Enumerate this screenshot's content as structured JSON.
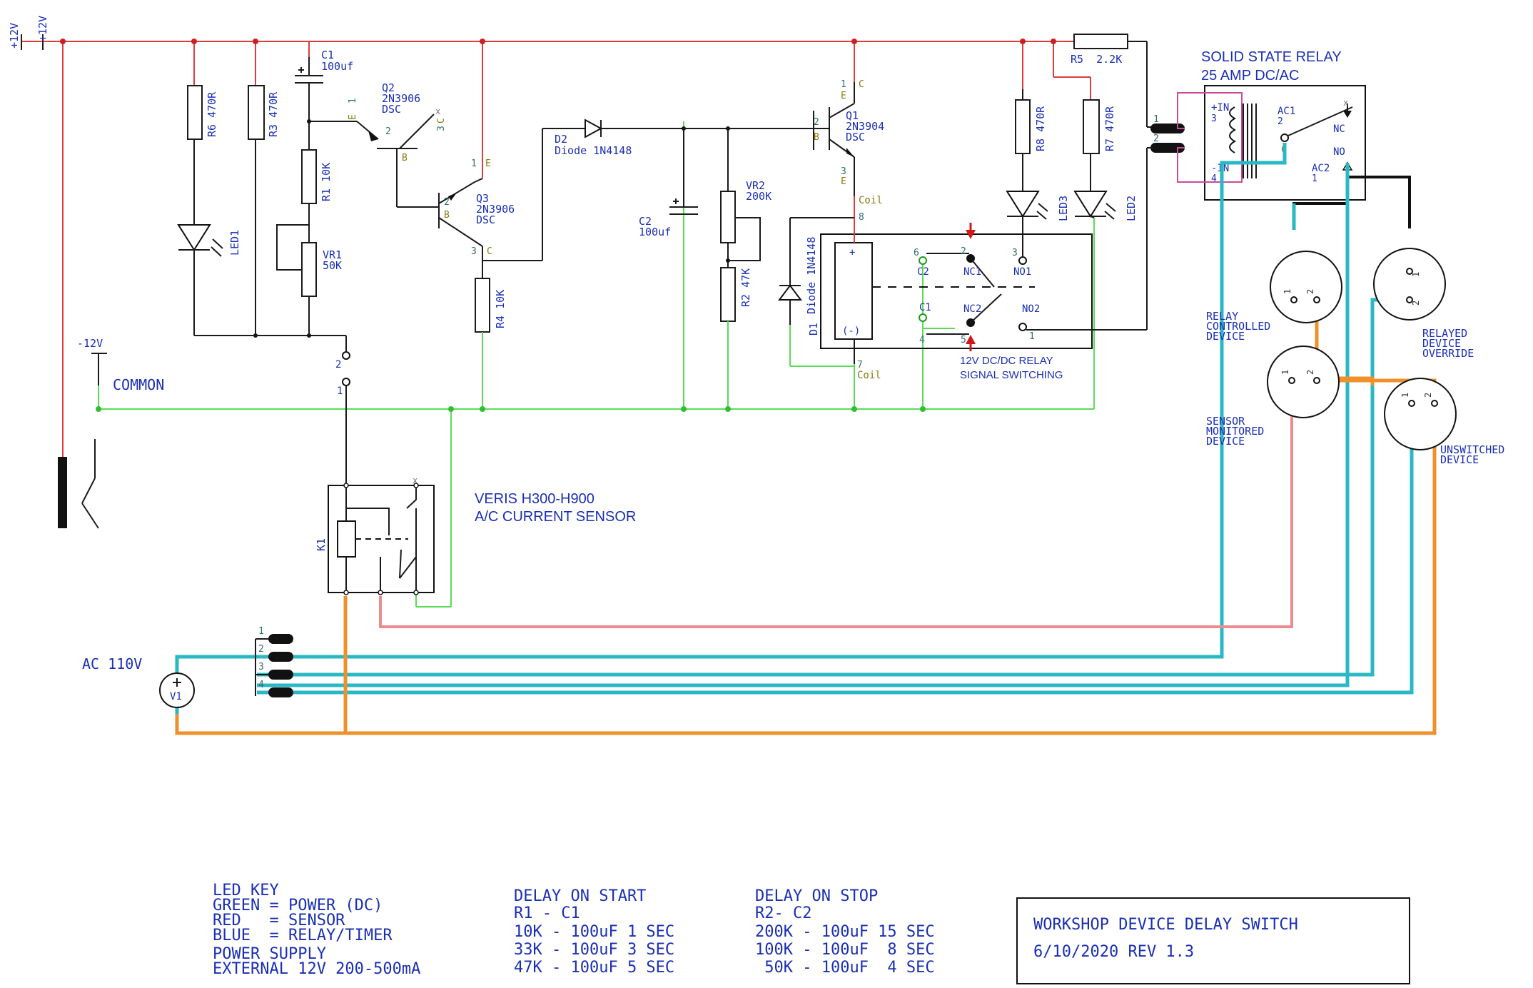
{
  "supply": {
    "plus12_a": "+12V",
    "plus12_b": "+12V",
    "minus12": "-12V",
    "common": "COMMON",
    "ac_source": "AC 110V",
    "source_ref": "V1"
  },
  "resistors": {
    "r6": {
      "ref": "R6",
      "value": "470R"
    },
    "r3": {
      "ref": "R3",
      "value": "470R"
    },
    "r1": {
      "ref": "R1",
      "value": "10K"
    },
    "r4": {
      "ref": "R4",
      "value": "10K"
    },
    "r2": {
      "ref": "R2",
      "value": "47K"
    },
    "r8": {
      "ref": "R8",
      "value": "470R"
    },
    "r7": {
      "ref": "R7",
      "value": "470R"
    },
    "r5": {
      "ref": "R5",
      "value": "2.2K"
    }
  },
  "pots": {
    "vr1": {
      "ref": "VR1",
      "value": "50K"
    },
    "vr2": {
      "ref": "VR2",
      "value": "200K"
    }
  },
  "caps": {
    "c1": {
      "ref": "C1",
      "value": "100uf"
    },
    "c2": {
      "ref": "C2",
      "value": "100uf"
    }
  },
  "leds": {
    "led1": "LED1",
    "led2": "LED2",
    "led3": "LED3"
  },
  "transistors": {
    "q2": {
      "ref": "Q2",
      "type": "2N3906",
      "pkg": "DSC"
    },
    "q3": {
      "ref": "Q3",
      "type": "2N3906",
      "pkg": "DSC"
    },
    "q1": {
      "ref": "Q1",
      "type": "2N3904",
      "pkg": "DSC"
    }
  },
  "pins": {
    "e": "E",
    "b": "B",
    "c": "C",
    "p1": "1",
    "p2": "2",
    "p3": "3",
    "p4": "4",
    "p5": "5",
    "p6": "6",
    "p7": "7",
    "p8": "8",
    "x": "x"
  },
  "diodes": {
    "d2": {
      "ref": "D2",
      "value": "Diode 1N4148"
    },
    "d1": {
      "ref": "D1",
      "value": "Diode 1N4148"
    }
  },
  "relay": {
    "coil_top": "Coil",
    "coil_bottom": "Coil",
    "plus": "+",
    "minus": "(-)",
    "c2": "C2",
    "c1": "C1",
    "nc1": "NC1",
    "nc2": "NC2",
    "no1": "NO1",
    "no2": "NO2",
    "caption1": "12V DC/DC RELAY",
    "caption2": "SIGNAL SWITCHING"
  },
  "sensor": {
    "ref": "K1",
    "title1": "VERIS H300-H900",
    "title2": "A/C CURRENT SENSOR"
  },
  "ssr": {
    "title1": "SOLID STATE RELAY",
    "title2": "25 AMP DC/AC",
    "in_plus": "+IN",
    "in_minus": "-IN",
    "pin3": "3",
    "pin4": "4",
    "ac1": "AC1",
    "ac1_pin": "2",
    "ac2": "AC2",
    "ac2_pin": "1",
    "c": "C",
    "nc": "NC",
    "no": "NO"
  },
  "outlets": {
    "relay_controlled": [
      "RELAY",
      "CONTROLLED",
      "DEVICE"
    ],
    "relayed_override": [
      "RELAYED",
      "DEVICE",
      "OVERRIDE"
    ],
    "sensor_monitored": [
      "SENSOR",
      "MONITORED",
      "DEVICE"
    ],
    "unswitched": [
      "UNSWITCHED",
      "DEVICE"
    ]
  },
  "led_key": [
    "LED KEY",
    "GREEN = POWER (DC)",
    "RED   = SENSOR",
    "BLUE  = RELAY/TIMER"
  ],
  "power_supply": [
    "POWER SUPPLY",
    "EXTERNAL 12V 200-500mA"
  ],
  "delay_start": [
    "DELAY ON START",
    "R1 - C1",
    "10K - 100uF 1 SEC",
    "33K - 100uF 3 SEC",
    "47K - 100uF 5 SEC"
  ],
  "delay_stop": [
    "DELAY ON STOP",
    "R2- C2",
    "200K - 100uF 15 SEC",
    "100K - 100uF  8 SEC",
    " 50K - 100uF  4 SEC"
  ],
  "title_block": {
    "title": "WORKSHOP DEVICE DELAY SWITCH",
    "date_rev": "6/10/2020 REV 1.3"
  },
  "colors": {
    "red_wire": "#e03c3c",
    "green_wire": "#58dc58",
    "teal_wire": "#2ab8c4",
    "orange_wire": "#f0902a",
    "pink_wire": "#ec8c8c",
    "label_blue": "#1a2fb4"
  }
}
